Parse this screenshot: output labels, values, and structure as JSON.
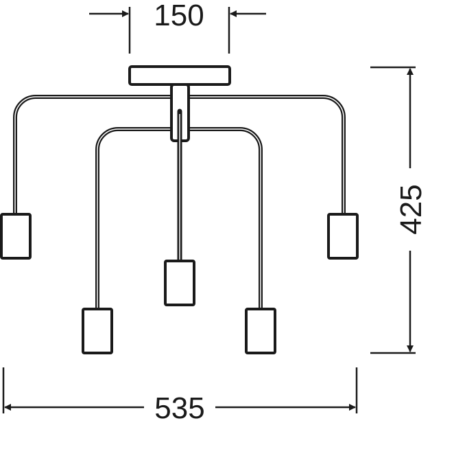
{
  "dimensions": {
    "canopy_width": "150",
    "height": "425",
    "total_width": "535"
  },
  "colors": {
    "line": "#1a1a1a",
    "background": "#ffffff"
  }
}
